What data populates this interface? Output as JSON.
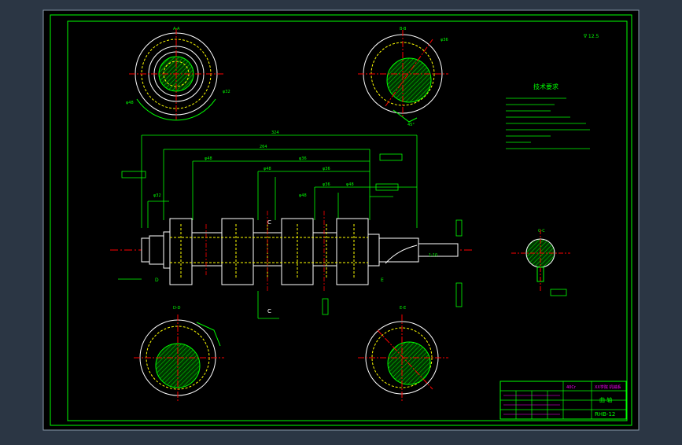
{
  "colors": {
    "background": "#2b3644",
    "sheet": "#000000",
    "frame": "#00ff00",
    "outline": "#ffffff",
    "centerline": "#ff0000",
    "hidden": "#ffff00",
    "dimension": "#00ff00",
    "hatch": "#00cc00",
    "title_block_text": "#ff00ff"
  },
  "notes": {
    "title": "技术要求"
  },
  "title_block": {
    "part_name": "曲 轴",
    "drawing_number": "RHB-12",
    "material": "40Cr",
    "school": "XX学院 机械系"
  },
  "labels": {
    "section_a": "A-A",
    "section_b": "B-B",
    "section_c": "C-C",
    "section_d": "D-D",
    "section_e": "E-E"
  }
}
